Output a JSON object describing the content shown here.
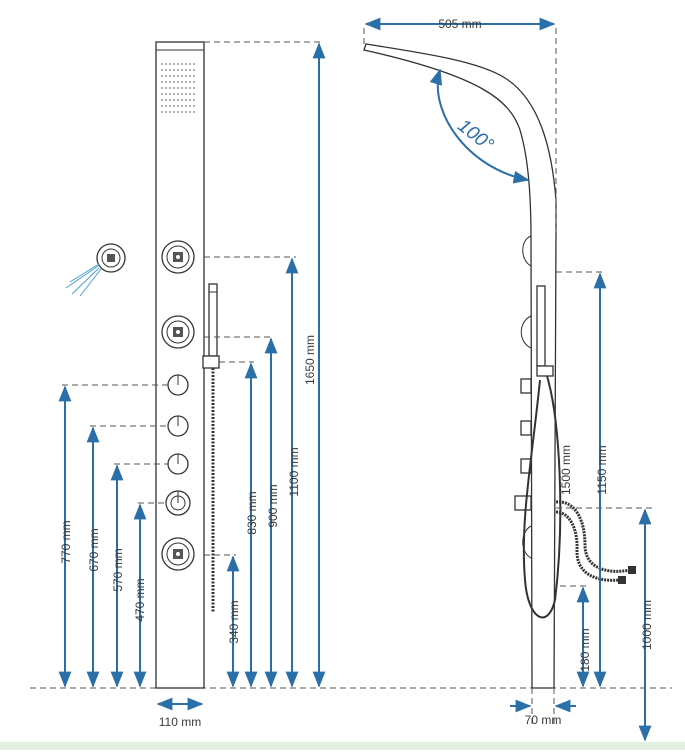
{
  "colors": {
    "dimension": "#2a6fa8",
    "outline": "#333333",
    "reference": "#555555",
    "band": "#e4efe4"
  },
  "front_view": {
    "width": "110 mm",
    "heights": {
      "total": "1650 mm",
      "jet_top": "1100 mm",
      "jet_middle": "900 mm",
      "handshower_holder": "830 mm",
      "control_1": "770 mm",
      "control_2": "670 mm",
      "control_3": "570 mm",
      "control_4": "470 mm",
      "jet_bottom": "340 mm"
    }
  },
  "side_view": {
    "reach": "505 mm",
    "angle": "100°",
    "depth": "70 mm",
    "hose_length": "1500 mm",
    "mount_height": "1150 mm",
    "inlet_height": "180 mm",
    "inlet_hose_height": "1000 mm"
  }
}
